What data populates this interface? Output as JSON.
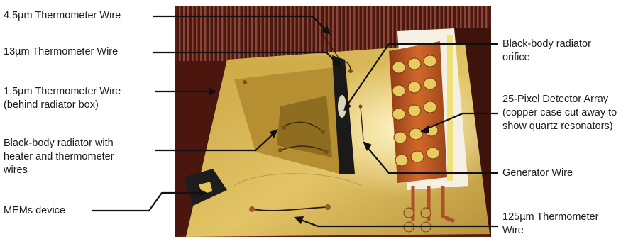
{
  "labels": {
    "wire_4_5um": "4.5µm Thermometer Wire",
    "wire_13um": "13µm Thermometer Wire",
    "wire_1_5um_line1": "1.5µm Thermometer Wire",
    "wire_1_5um_line2": "(behind radiator box)",
    "radiator_line1": "Black-body radiator with",
    "radiator_line2": "heater and thermometer",
    "radiator_line3": "wires",
    "mems": "MEMs device",
    "orifice_line1": "Black-body radiator",
    "orifice_line2": "orifice",
    "array_line1": "25-Pixel Detector Array",
    "array_line2": "(copper case cut away to",
    "array_line3": "show quartz resonators)",
    "generator": "Generator Wire",
    "wire_125um_line1": "125µm Thermometer",
    "wire_125um_line2": "Wire"
  },
  "colors": {
    "enclosure": "#5a1e14",
    "fins": "#7a3a2c",
    "base": "#d6b24a",
    "base_light": "#efd889",
    "copper": "#c05a22",
    "quartz": "#e7c85a",
    "leader": "#111111"
  }
}
